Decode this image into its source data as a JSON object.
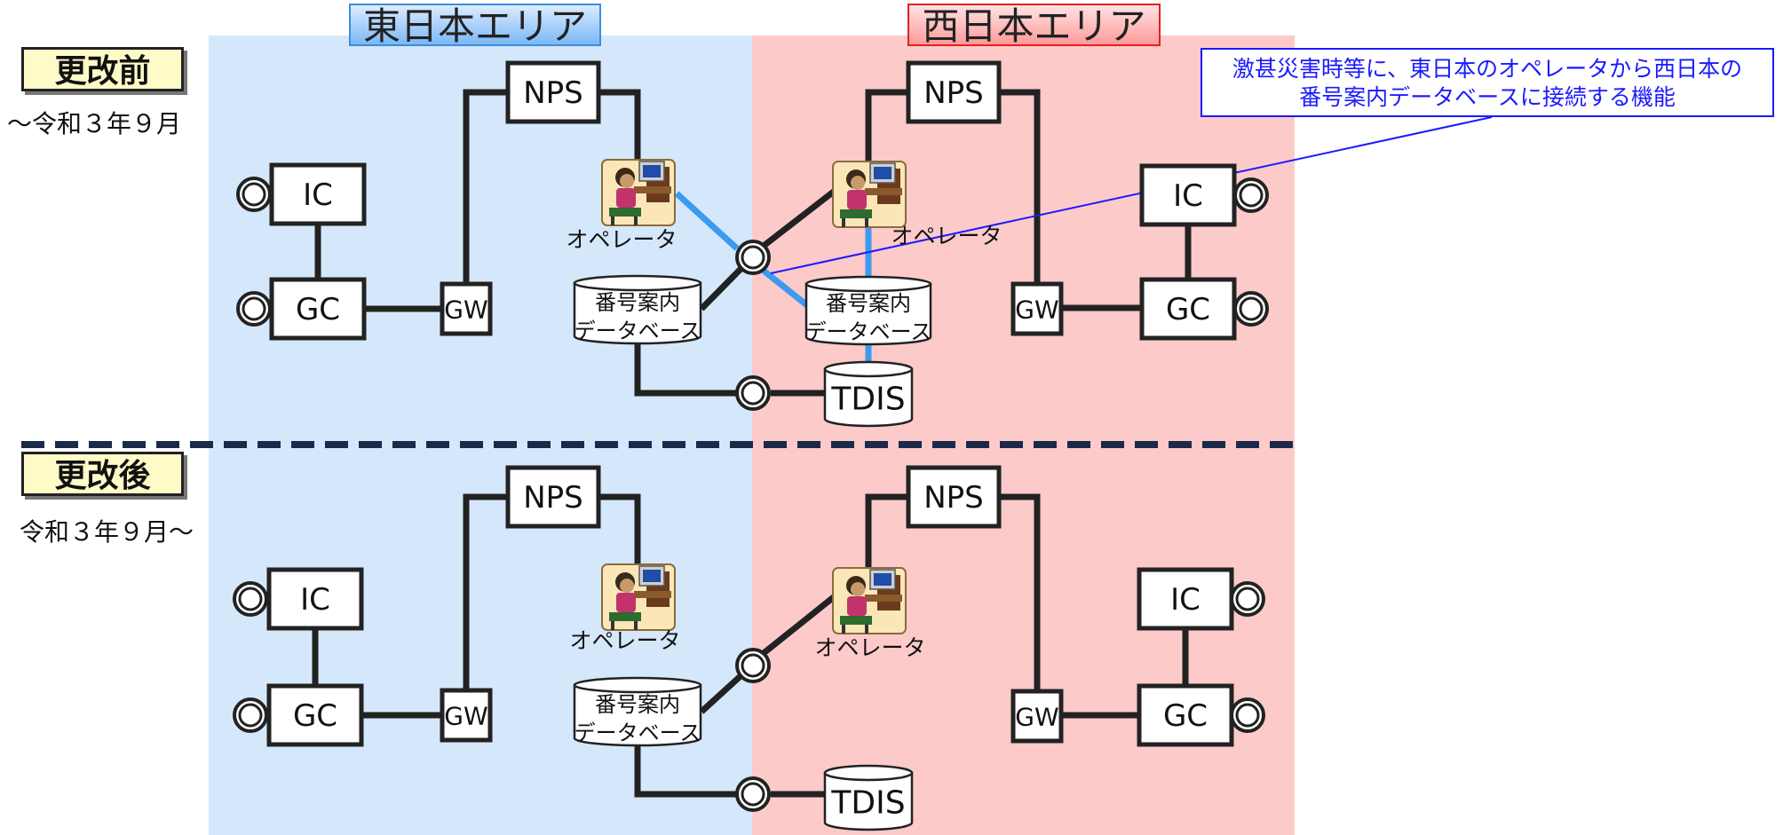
{
  "areas": {
    "east": "東日本エリア",
    "west": "西日本エリア"
  },
  "phases": {
    "before": {
      "label": "更改前",
      "period": "～令和３年９月"
    },
    "after": {
      "label": "更改後",
      "period": "令和３年９月～"
    }
  },
  "callout": {
    "line1": "激甚災害時等に、東日本のオペレータから西日本の",
    "line2": "番号案内データベースに接続する機能"
  },
  "nodes": {
    "nps": "NPS",
    "ic": "IC",
    "gc": "GC",
    "gw": "GW",
    "tdis": "TDIS",
    "operator": "オペレータ",
    "db_line1": "番号案内",
    "db_line2": "データベース"
  },
  "colors": {
    "east_bg": "#d5e8fb",
    "west_bg": "#fdcaca",
    "link_line": "#222222",
    "backup_link": "#3d9af0",
    "callout": "#1a1aff",
    "divider": "#1b2a4a"
  }
}
